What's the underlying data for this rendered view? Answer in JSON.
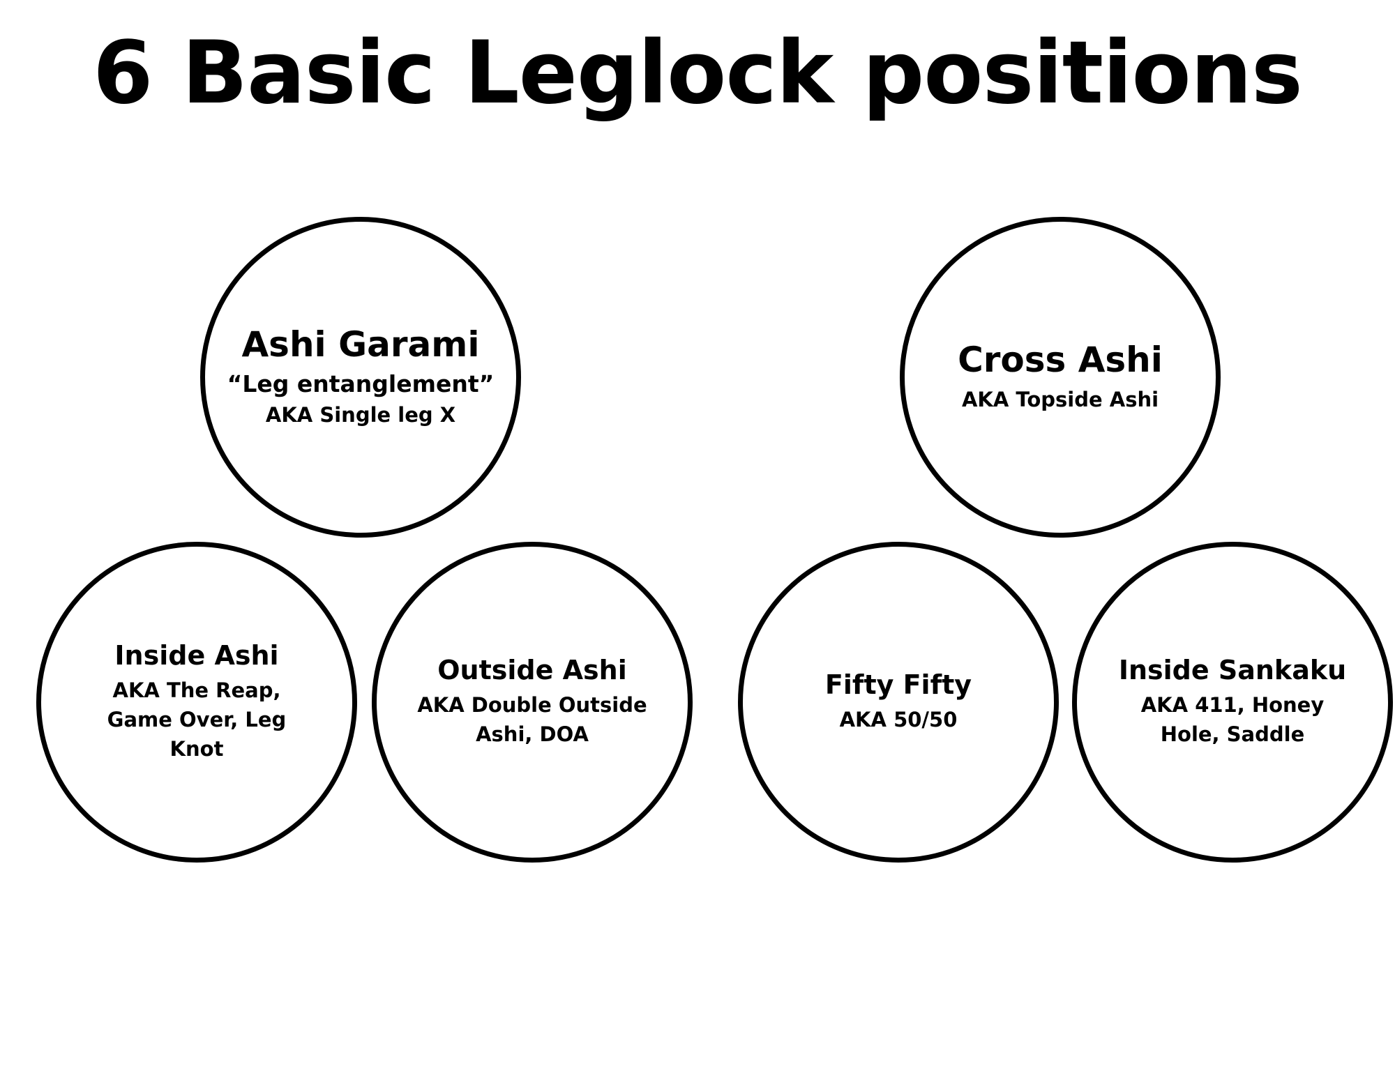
{
  "title": "6 Basic Leglock positions",
  "positions": {
    "ashi_garami": {
      "name": "Ashi Garami",
      "translation": "“Leg entanglement”",
      "aka": "AKA Single leg X"
    },
    "cross_ashi": {
      "name": "Cross Ashi",
      "aka": "AKA Topside Ashi"
    },
    "inside_ashi": {
      "name": "Inside Ashi",
      "aka": "AKA The Reap, Game Over, Leg Knot"
    },
    "outside_ashi": {
      "name": "Outside Ashi",
      "aka": "AKA Double Outside Ashi, DOA"
    },
    "fifty_fifty": {
      "name": "Fifty Fifty",
      "aka": "AKA 50/50"
    },
    "inside_sankaku": {
      "name": "Inside Sankaku",
      "aka": "AKA 411, Honey Hole, Saddle"
    }
  }
}
